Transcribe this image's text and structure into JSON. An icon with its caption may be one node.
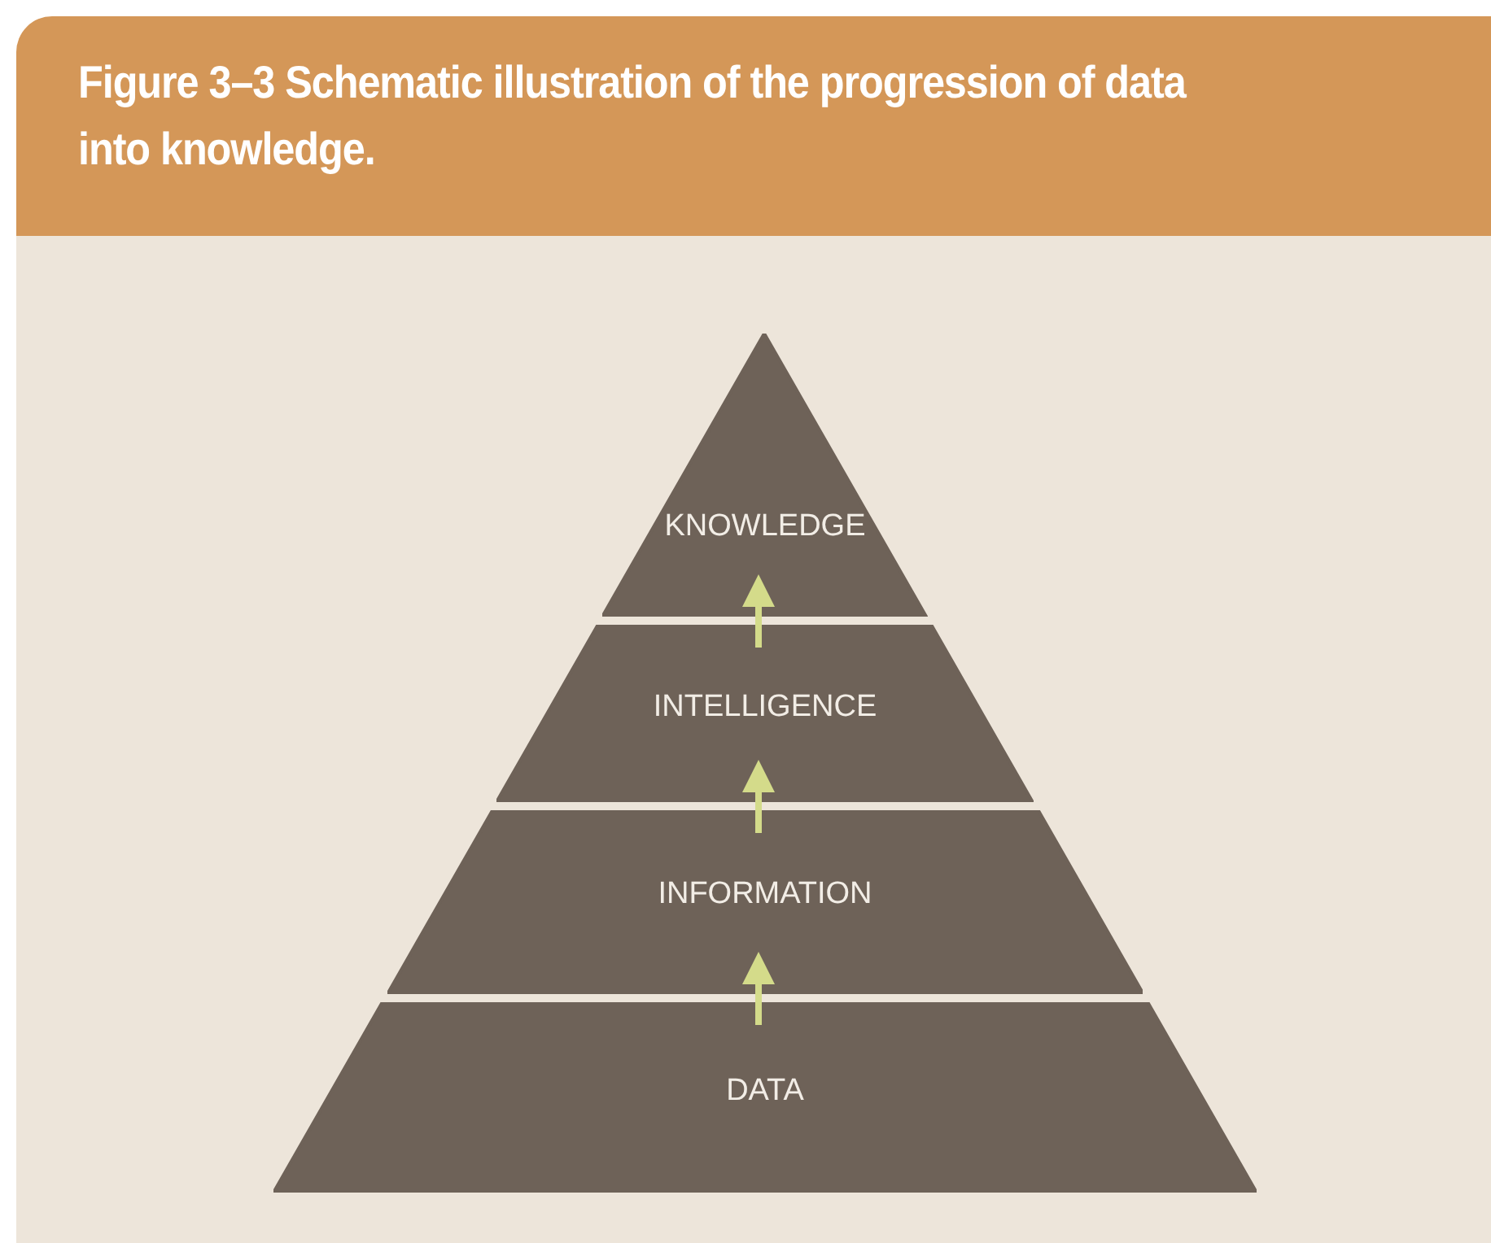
{
  "diagram": {
    "title": "Figure 3–3 Schematic illustration of the progression of data into knowledge.",
    "nodes": [
      {
        "text": [
          "KNOWLEDGE"
        ]
      },
      {
        "text": [
          "INTELLIGENCE"
        ]
      },
      {
        "text": [
          "INFORMATION"
        ]
      },
      {
        "text": [
          "DATA"
        ]
      }
    ],
    "edges": [
      {
        "from": 3,
        "to": 2,
        "arrow": "to"
      },
      {
        "from": 2,
        "to": 1,
        "arrow": "to"
      },
      {
        "from": 1,
        "to": 0,
        "arrow": "to"
      }
    ]
  }
}
